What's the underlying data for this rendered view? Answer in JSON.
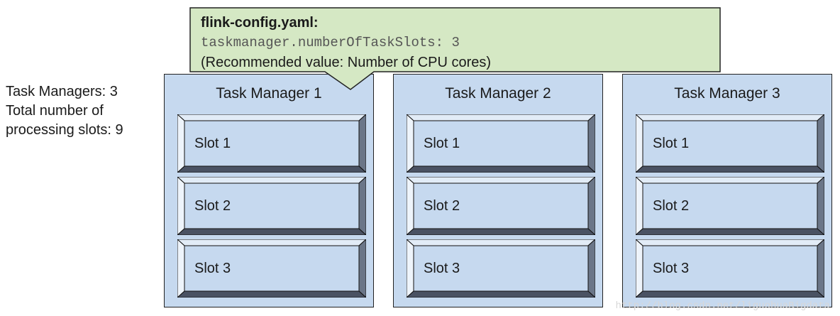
{
  "summary": {
    "line1": "Task Managers: 3",
    "line2": "Total number of",
    "line3": "processing slots: 9"
  },
  "callout": {
    "title": "flink-config.yaml:",
    "code": "taskmanager.numberOfTaskSlots: 3",
    "note": "(Recommended value: Number of CPU cores)"
  },
  "task_managers": [
    {
      "title": "Task Manager 1",
      "slots": [
        "Slot 1",
        "Slot 2",
        "Slot 3"
      ]
    },
    {
      "title": "Task Manager 2",
      "slots": [
        "Slot 1",
        "Slot 2",
        "Slot 3"
      ]
    },
    {
      "title": "Task Manager 3",
      "slots": [
        "Slot 1",
        "Slot 2",
        "Slot 3"
      ]
    }
  ],
  "watermark": "http://blog.csdn.net/liguohuaBigdata",
  "colors": {
    "task_manager_fill": "#c6d9ef",
    "slot_fill": "#c6d9ef",
    "callout_fill": "#d5e8c4"
  }
}
